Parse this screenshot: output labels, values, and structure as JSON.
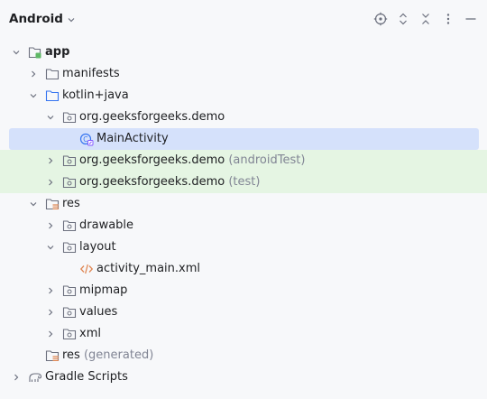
{
  "header": {
    "view_name": "Android",
    "icons": [
      "target-icon",
      "expand-all-icon",
      "collapse-all-icon",
      "more-options-icon",
      "hide-icon"
    ]
  },
  "tree": {
    "app": "app",
    "manifests": "manifests",
    "kotlin_java": "kotlin+java",
    "pkg_main": "org.geeksforgeeks.demo",
    "main_activity": "MainActivity",
    "pkg_android_test": "org.geeksforgeeks.demo",
    "pkg_android_test_suffix": "(androidTest)",
    "pkg_test": "org.geeksforgeeks.demo",
    "pkg_test_suffix": "(test)",
    "res": "res",
    "drawable": "drawable",
    "layout": "layout",
    "activity_main": "activity_main.xml",
    "mipmap": "mipmap",
    "values": "values",
    "xml": "xml",
    "res_generated": "res",
    "res_generated_suffix": "(generated)",
    "gradle_scripts": "Gradle Scripts"
  },
  "colors": {
    "selected_row": "#d5e1fb",
    "test_row": "#e5f5e3",
    "muted_text": "#818594",
    "folder_outline": "#6c707e",
    "module_badge": "#5fb865",
    "class_icon": "#3574f0",
    "xml_icon": "#e08855",
    "res_lines": "#e08855"
  }
}
